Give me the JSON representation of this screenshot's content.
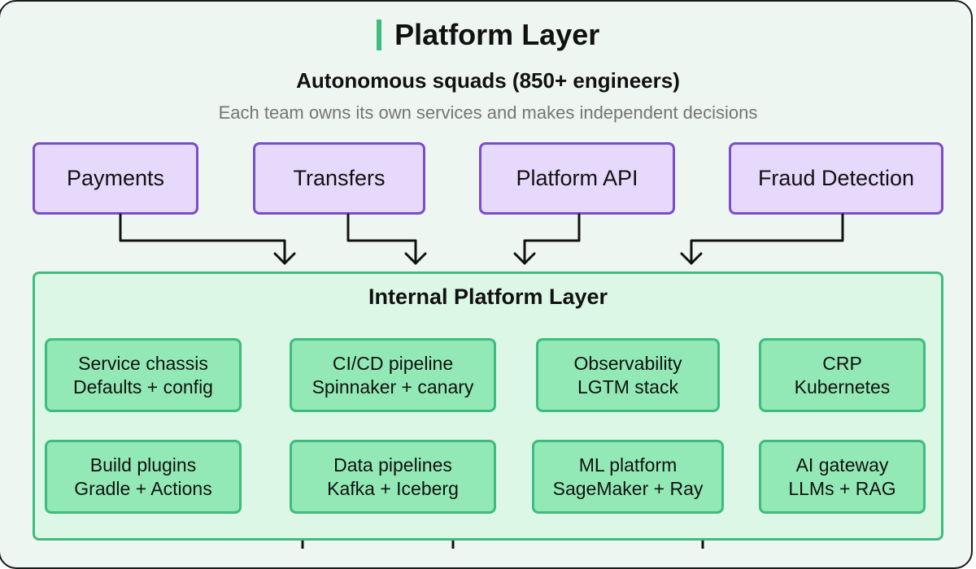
{
  "header": {
    "title": "Platform Layer",
    "subtitle": "Autonomous squads (850+ engineers)",
    "description": "Each team owns its own services and makes independent decisions"
  },
  "squads": [
    {
      "label": "Payments"
    },
    {
      "label": "Transfers"
    },
    {
      "label": "Platform API"
    },
    {
      "label": "Fraud Detection"
    }
  ],
  "platform": {
    "title": "Internal Platform Layer",
    "tiles": [
      {
        "name": "Service chassis",
        "detail": "Defaults + config"
      },
      {
        "name": "CI/CD pipeline",
        "detail": "Spinnaker + canary"
      },
      {
        "name": "Observability",
        "detail": "LGTM stack"
      },
      {
        "name": "CRP",
        "detail": "Kubernetes"
      },
      {
        "name": "Build plugins",
        "detail": "Gradle + Actions"
      },
      {
        "name": "Data pipelines",
        "detail": "Kafka + Iceberg"
      },
      {
        "name": "ML platform",
        "detail": "SageMaker + Ray"
      },
      {
        "name": "AI gateway",
        "detail": "LLMs + RAG"
      }
    ]
  },
  "colors": {
    "accent": "#3dbd7d",
    "squad_fill": "#e6d9fb",
    "squad_border": "#7a4dc9",
    "tile_fill": "#93e9b5",
    "platform_fill": "#dcf7e6",
    "background": "#eef6f1"
  }
}
